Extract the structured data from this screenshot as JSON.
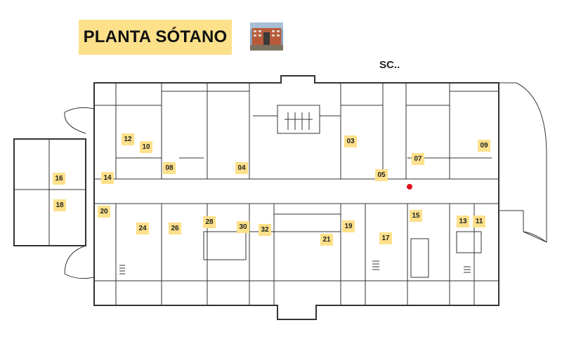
{
  "title": "PLANTA SÓTANO",
  "marker_label": "SC..",
  "colors": {
    "label_bg": "#fde08a",
    "walls": "#333333",
    "marker": "#e0121b"
  },
  "rooms": [
    "12",
    "10",
    "08",
    "04",
    "03",
    "05",
    "07",
    "09",
    "16",
    "14",
    "18",
    "20",
    "24",
    "26",
    "28",
    "30",
    "32",
    "21",
    "19",
    "17",
    "15",
    "13",
    "11"
  ]
}
